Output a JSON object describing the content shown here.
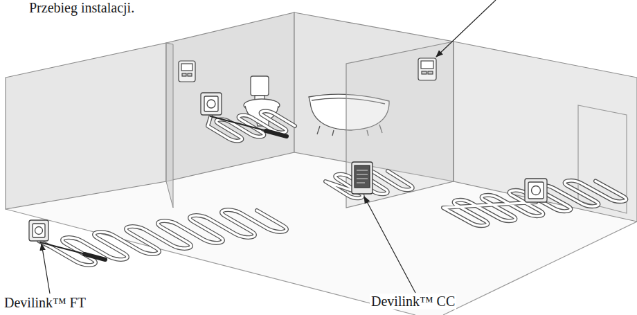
{
  "diagram": {
    "labels": [
      "Przebieg instalacji.",
      "Devilink™ FT",
      "Devilink™ CC"
    ]
  }
}
